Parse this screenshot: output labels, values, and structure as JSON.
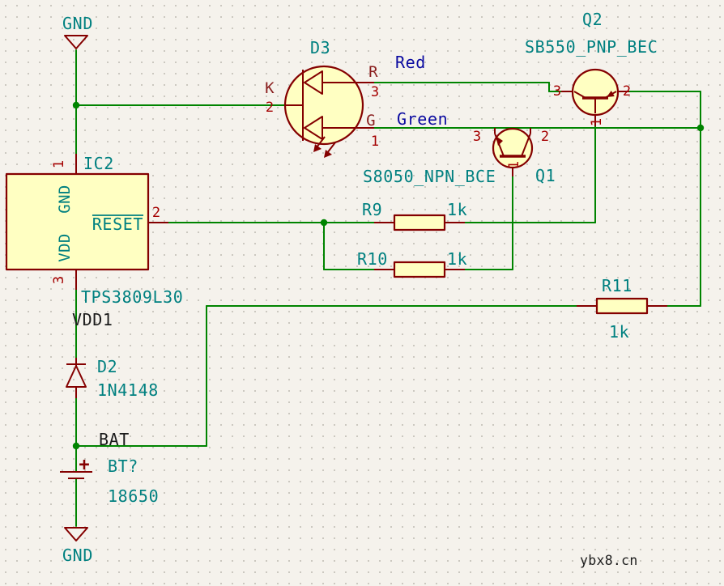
{
  "palette": {
    "background": "#f5f2ec",
    "grid_dot": "#c8c5bd",
    "wire_green": "#008400",
    "symbol_outline": "#840000",
    "symbol_fill": "#ffffc2",
    "field_teal": "#008080",
    "pin_number_red": "#a40000",
    "pin_name_maroon": "#8b2020",
    "net_label_blue": "#0a0aa0",
    "power_text_black": "#1b1b1b"
  },
  "symbols": {
    "gnd_top": {
      "label": "GND"
    },
    "gnd_bottom": {
      "label": "GND"
    },
    "ic2": {
      "ref": "IC2",
      "value": "TPS3809L30",
      "net_below": "VDD1",
      "pin1_num": "1",
      "pin1_name": "GND",
      "pin2_num": "2",
      "pin2_name": "RESET",
      "pin3_num": "3",
      "pin3_name": "VDD"
    },
    "d3": {
      "ref": "D3",
      "pin_k_name": "K",
      "pin_k_num": "2",
      "pin_r_name": "R",
      "pin_r_num": "3",
      "pin_g_name": "G",
      "pin_g_num": "1"
    },
    "q1": {
      "ref": "Q1",
      "value": "S8050_NPN_BCE",
      "pin_left": "3",
      "pin_right": "2",
      "pin_base": "1"
    },
    "q2": {
      "ref": "Q2",
      "value": "SB550_PNP_BEC",
      "pin_left": "3",
      "pin_right": "2",
      "pin_base": "1"
    },
    "r9": {
      "ref": "R9",
      "value": "1k"
    },
    "r10": {
      "ref": "R10",
      "value": "1k"
    },
    "r11": {
      "ref": "R11",
      "value": "1k"
    },
    "d2": {
      "ref": "D2",
      "value": "1N4148"
    },
    "bt1": {
      "ref": "BT?",
      "value": "18650",
      "plus": "+",
      "net": "BAT"
    }
  },
  "net_labels": {
    "red": "Red",
    "green": "Green"
  },
  "watermark": "ybx8.cn"
}
